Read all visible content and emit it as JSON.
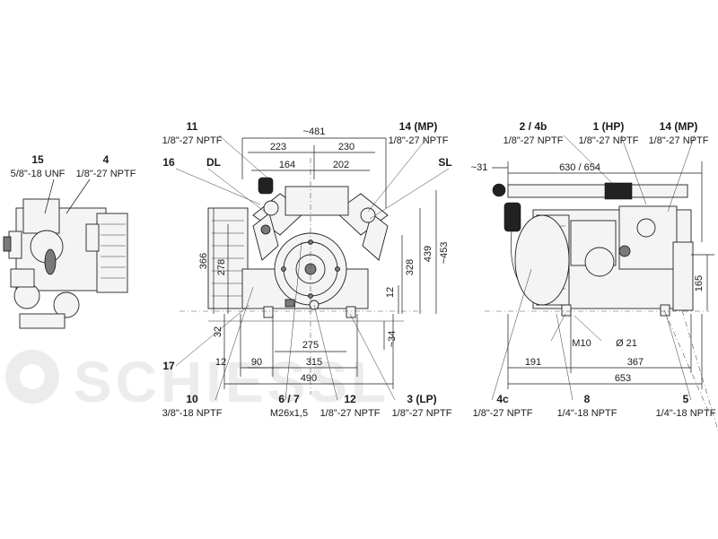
{
  "watermark": "SCHIESSL",
  "callouts": {
    "c15": {
      "num": "15",
      "spec": "5/8\"-18 UNF"
    },
    "c4": {
      "num": "4",
      "spec": "1/8\"-27 NPTF"
    },
    "c11": {
      "num": "11",
      "spec": "1/8\"-27 NPTF"
    },
    "c16": {
      "num": "16"
    },
    "cDL": {
      "num": "DL"
    },
    "c14mp_front": {
      "num": "14 (MP)",
      "spec": "1/8\"-27 NPTF"
    },
    "cSL": {
      "num": "SL"
    },
    "c17": {
      "num": "17"
    },
    "c10": {
      "num": "10",
      "spec": "3/8\"-18 NPTF"
    },
    "c67": {
      "num": "6 / 7",
      "spec": "M26x1,5"
    },
    "c12": {
      "num": "12",
      "spec": "1/8\"-27 NPTF"
    },
    "c3lp": {
      "num": "3 (LP)",
      "spec": "1/8\"-27 NPTF"
    },
    "c24b": {
      "num": "2 / 4b",
      "spec": "1/8\"-27 NPTF"
    },
    "c1hp": {
      "num": "1 (HP)",
      "spec": "1/8\"-27 NPTF"
    },
    "c14mp_side": {
      "num": "14 (MP)",
      "spec": "1/8\"-27 NPTF"
    },
    "c4c": {
      "num": "4c",
      "spec": "1/8\"-27 NPTF"
    },
    "c8": {
      "num": "8",
      "spec": "1/4\"-18 NPTF"
    },
    "c5": {
      "num": "5",
      "spec": "1/4\"-18 NPTF"
    }
  },
  "dims": {
    "d481": "~481",
    "d223": "223",
    "d230": "230",
    "d164": "164",
    "d202": "202",
    "d366": "366",
    "d278": "278",
    "d328": "328",
    "d439": "439",
    "d453": "~453",
    "d12v": "12",
    "d34": "~34",
    "d32": "32",
    "d275": "275",
    "d12h": "12",
    "d90": "90",
    "d315": "315",
    "d490": "490",
    "d31": "~31",
    "d630": "630 / 654",
    "d165": "165",
    "dM10": "M10",
    "dD21": "Ø 21",
    "d191": "191",
    "d367": "367",
    "d653": "653"
  }
}
